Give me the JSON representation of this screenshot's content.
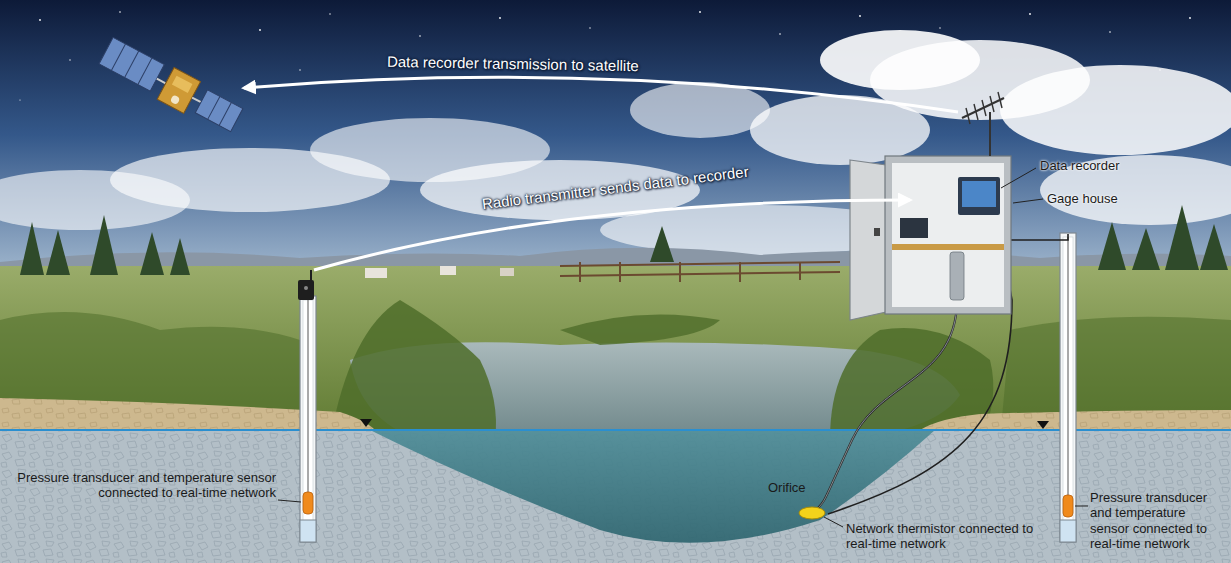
{
  "diagram": {
    "labels": [
      "Data recorder transmission to satellite",
      "Radio transmitter sends data to recorder",
      "Data recorder",
      "Gage house",
      "Pressure transducer and temperature sensor connected to real-time network",
      "Orifice",
      "Network thermistor connected to real-time network",
      "Pressure transducer and temperature sensor connected to real-time network"
    ]
  }
}
